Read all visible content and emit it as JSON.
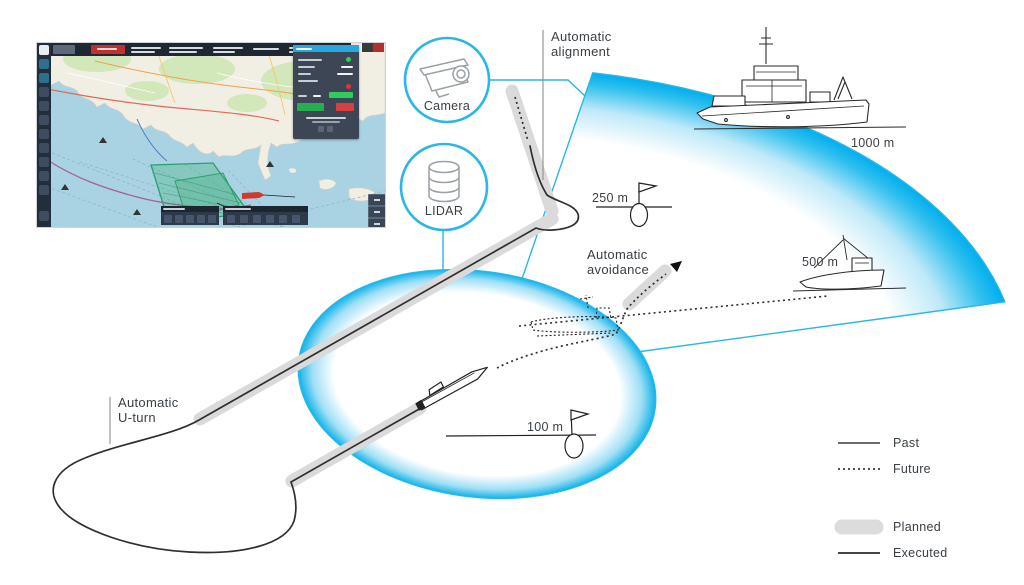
{
  "palette": {
    "accent": "#29b6e8",
    "fan_blue": "#00aeef",
    "planned_gray": "#dadada",
    "ink": "#2f2f2f",
    "label": "#3a3f45",
    "icon_gray": "#9aa0a6"
  },
  "sensors": {
    "camera": {
      "label": "Camera"
    },
    "lidar": {
      "label": "LIDAR"
    }
  },
  "callouts": {
    "alignment": {
      "line1": "Automatic",
      "line2": "alignment"
    },
    "avoidance": {
      "line1": "Automatic",
      "line2": "avoidance"
    },
    "uturn": {
      "line1": "Automatic",
      "line2": "U-turn"
    }
  },
  "markers": {
    "m1000": {
      "label": "1000 m",
      "target": "research-vessel"
    },
    "m500": {
      "label": "500 m",
      "target": "fishing-boat"
    },
    "m250": {
      "label": "250 m",
      "target": "buoy"
    },
    "m100": {
      "label": "100 m",
      "target": "buoy"
    }
  },
  "legend": {
    "items": [
      {
        "label": "Past",
        "style": "solid-thin-line"
      },
      {
        "label": "Future",
        "style": "dotted-line"
      },
      {
        "label": "Planned",
        "style": "thick-gray-capsule"
      },
      {
        "label": "Executed",
        "style": "solid-thin-line"
      }
    ]
  },
  "map_screenshot": {
    "sea_color": "#a9d3e2",
    "land_color": "#f1eee4",
    "survey_polygon_color": "#3fae76",
    "own_ship_marker_color": "#d03a2e",
    "past_track_color": "#a85c9e",
    "highlight_arrow_color": "#f2cf3a",
    "panel_color": "#3d4654",
    "panel_header_color": "#29a8e0",
    "ok_status_color": "#2ecc5a",
    "alert_status_color": "#d84040"
  }
}
